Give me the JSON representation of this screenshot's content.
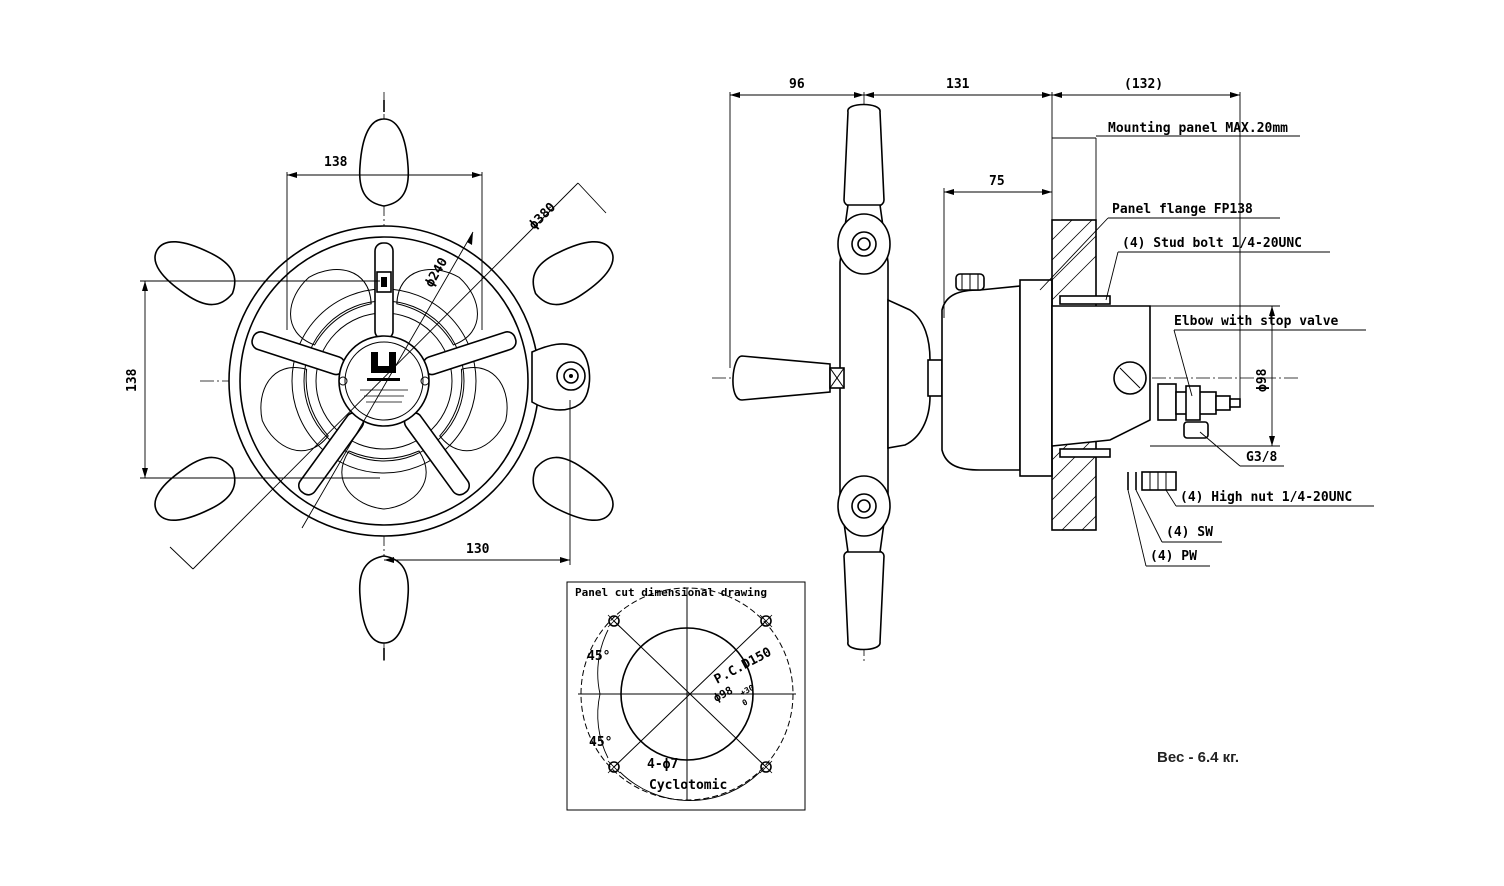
{
  "front_view": {
    "dim_width_top": "138",
    "dim_height_left": "138",
    "dim_dia_outer": "ϕ380",
    "dim_dia_inner": "ϕ240",
    "dim_offset_bottom": "130"
  },
  "side_view": {
    "dim_96": "96",
    "dim_131": "131",
    "dim_132": "(132)",
    "dim_75": "75",
    "dim_dia98": "ϕ98",
    "label_mounting_panel": "Mounting panel MAX.20mm",
    "label_panel_flange": "Panel flange FP138",
    "label_stud_bolt": "(4) Stud bolt 1/4-20UNC",
    "label_elbow": "Elbow with stop valve",
    "label_g38": "G3/8",
    "label_high_nut": "(4) High nut 1/4-20UNC",
    "label_sw": "(4) SW",
    "label_pw": "(4) PW"
  },
  "panel_cut": {
    "title": "Panel cut dimensional drawing",
    "angle_top": "45°",
    "angle_bottom": "45°",
    "pcd": "P.C.D150",
    "bore": "ϕ98",
    "bore_sub": "0",
    "bore_sup": "+30",
    "holes": "4-ϕ7",
    "cyclotomic": "Cyclotomic"
  },
  "weight_label": "Вес - 6.4 кг."
}
